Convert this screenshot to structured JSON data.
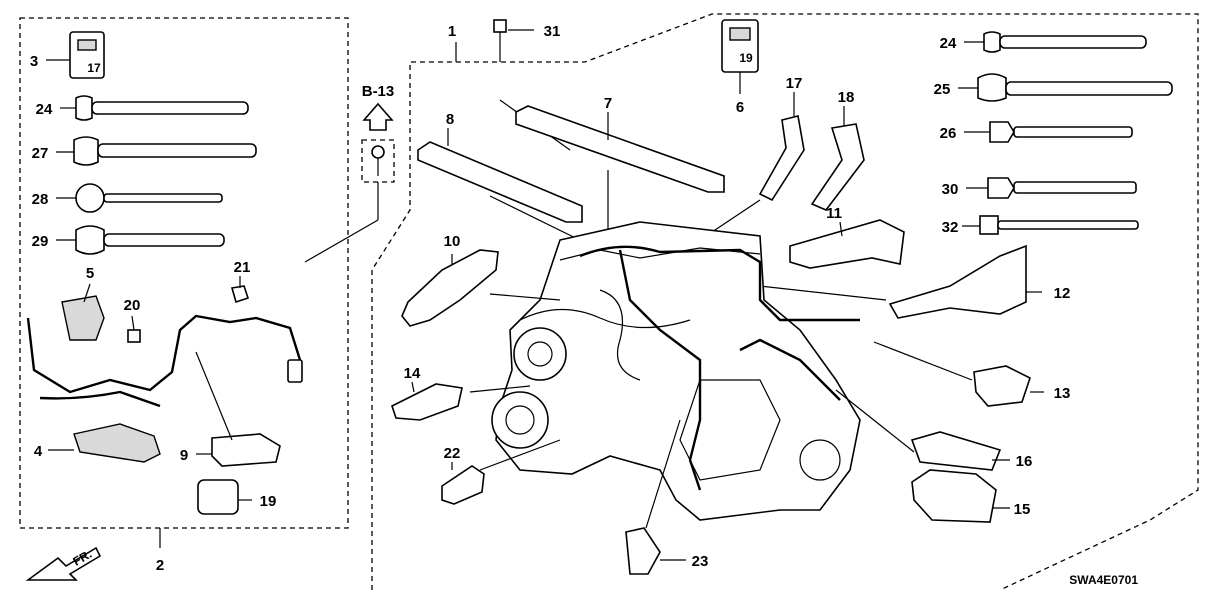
{
  "diagram": {
    "drawing_code": "SWA4E0701",
    "reference_label": "B-13",
    "direction_label": "FR.",
    "callouts": [
      "1",
      "2",
      "3",
      "4",
      "5",
      "6",
      "7",
      "8",
      "9",
      "10",
      "11",
      "12",
      "13",
      "14",
      "15",
      "16",
      "17",
      "18",
      "19",
      "20",
      "21",
      "22",
      "23",
      "24",
      "24",
      "25",
      "26",
      "27",
      "28",
      "29",
      "30",
      "31",
      "32"
    ],
    "connector_labels": {
      "part3": "17",
      "part6": "19"
    }
  },
  "colors": {
    "ink": "#000000",
    "paper": "#ffffff",
    "shade": "#d9d9d9"
  }
}
